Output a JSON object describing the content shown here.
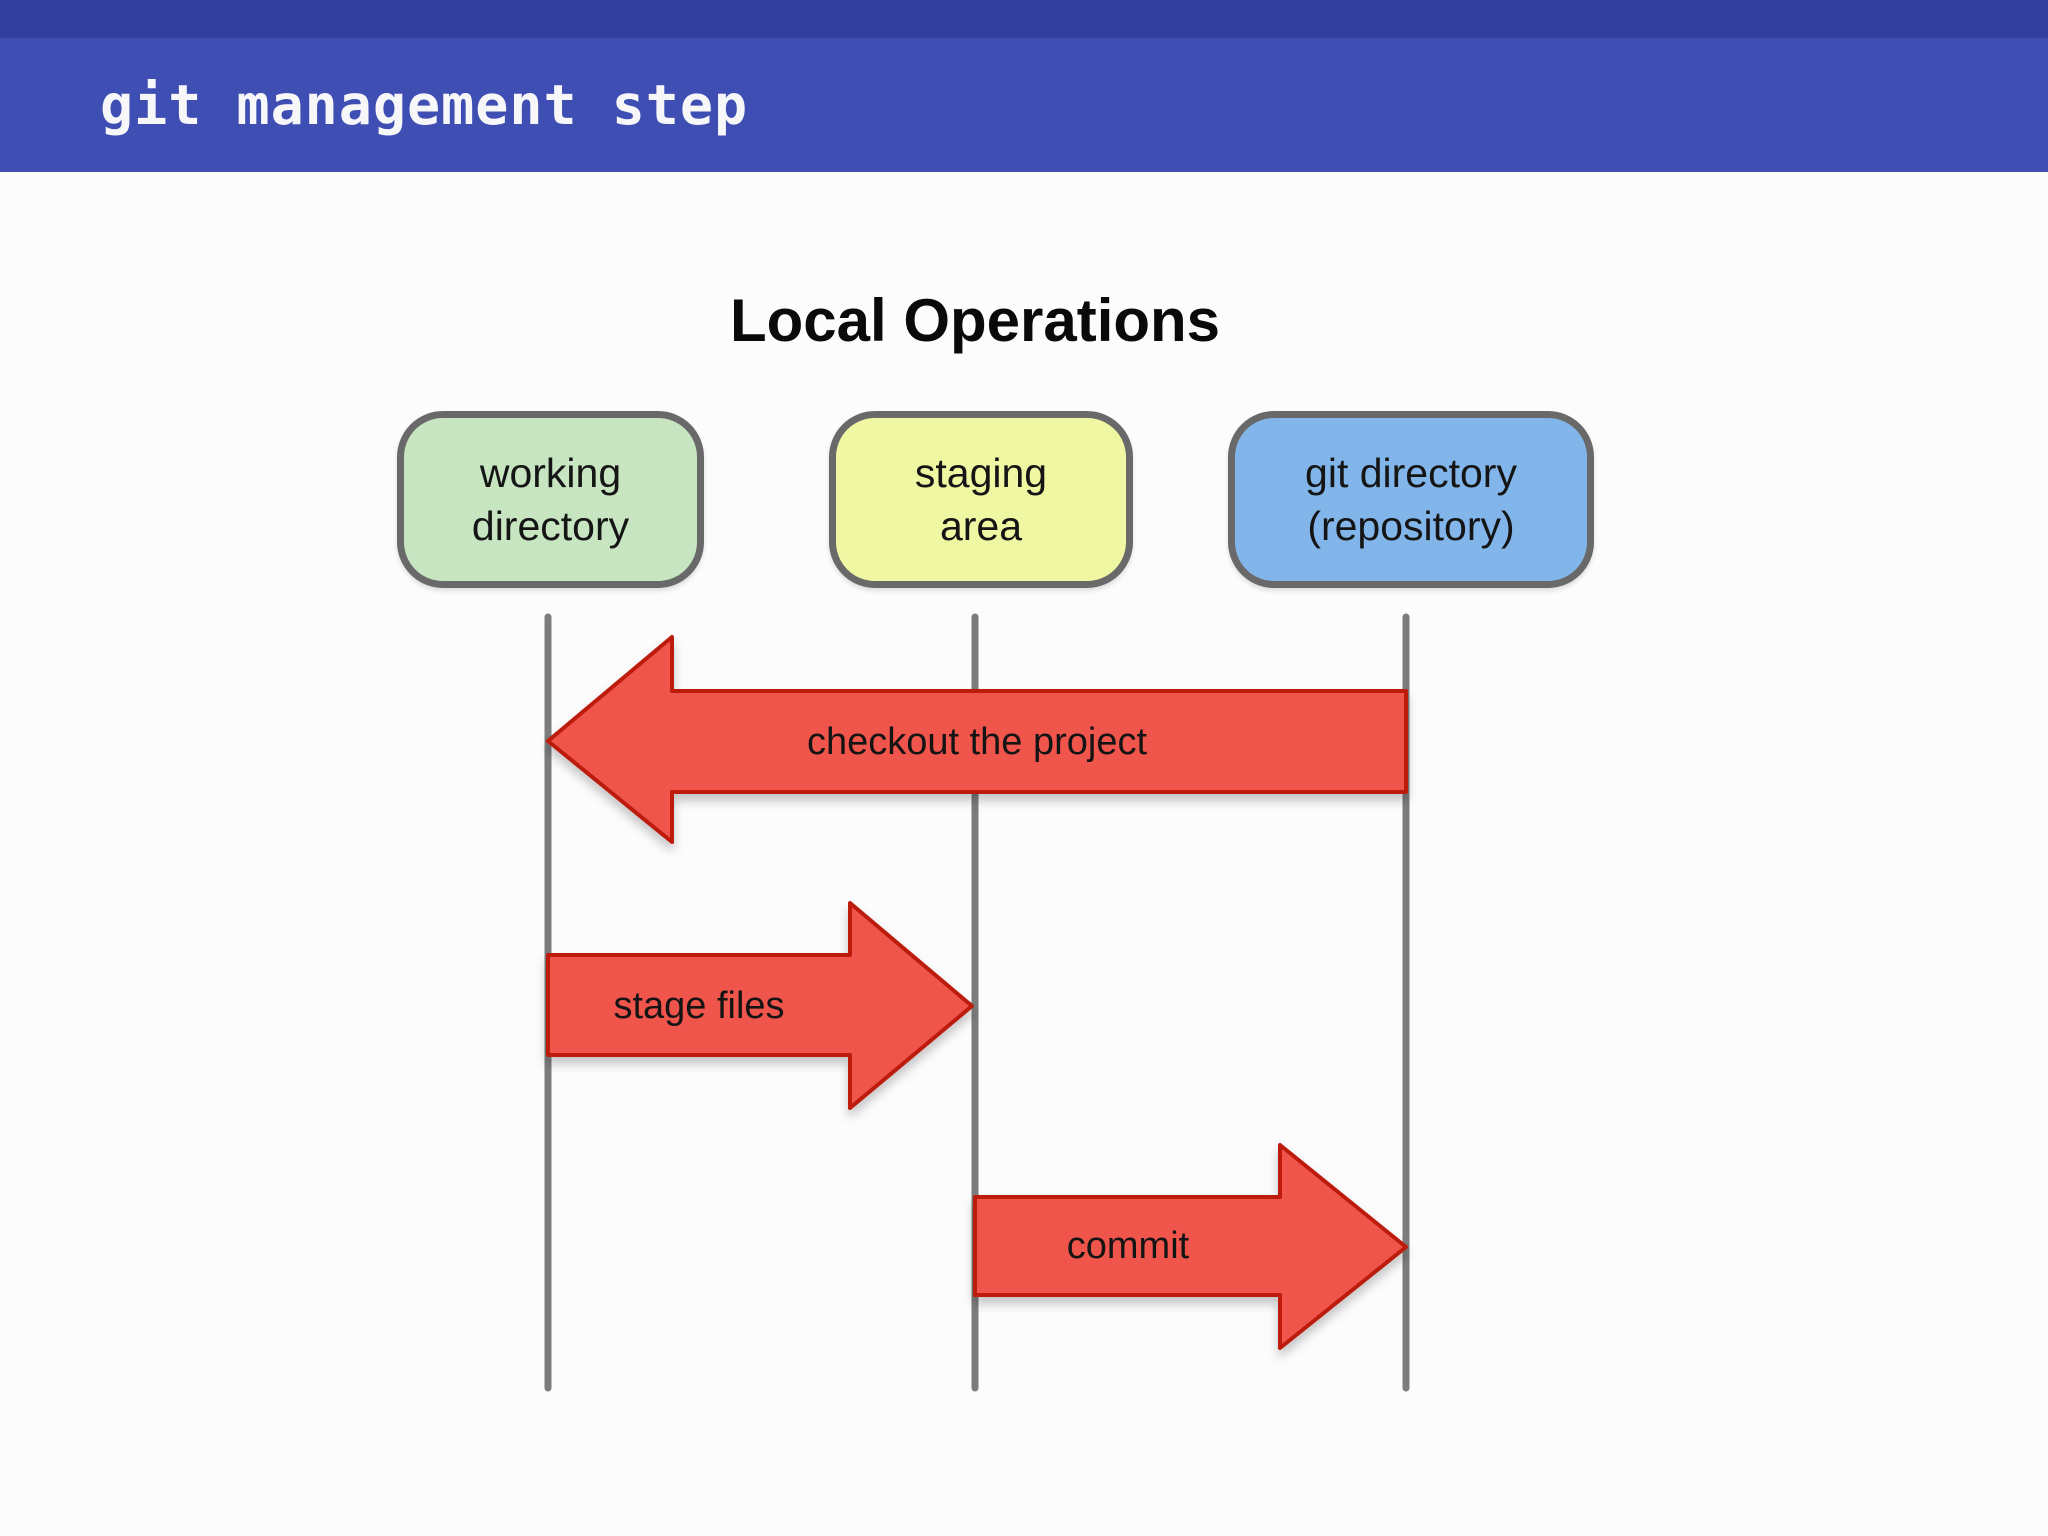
{
  "header": {
    "title": "git management step",
    "strip_color": "#333e9e",
    "bar_color": "#3e4eb2",
    "text_color": "#f7f7f9"
  },
  "diagram": {
    "title": "Local Operations",
    "background": "#fcfcfc",
    "nodes": [
      {
        "id": "working-directory",
        "label": "working\ndirectory",
        "fill": "#c7e5c0"
      },
      {
        "id": "staging-area",
        "label": "staging\narea",
        "fill": "#f0f7a2"
      },
      {
        "id": "git-directory",
        "label": "git directory\n(repository)",
        "fill": "#82b6ea"
      }
    ],
    "node_border_color": "#696969",
    "lane_line_color": "#7c7c7c",
    "arrows": [
      {
        "label": "checkout the project",
        "direction": "left",
        "from_lane": "git-directory",
        "to_lane": "working-directory"
      },
      {
        "label": "stage files",
        "direction": "right",
        "from_lane": "working-directory",
        "to_lane": "staging-area"
      },
      {
        "label": "commit",
        "direction": "right",
        "from_lane": "staging-area",
        "to_lane": "git-directory"
      }
    ],
    "arrow_fill": "#f0554b",
    "arrow_border": "#bd1a10",
    "label_color": "#141414"
  }
}
